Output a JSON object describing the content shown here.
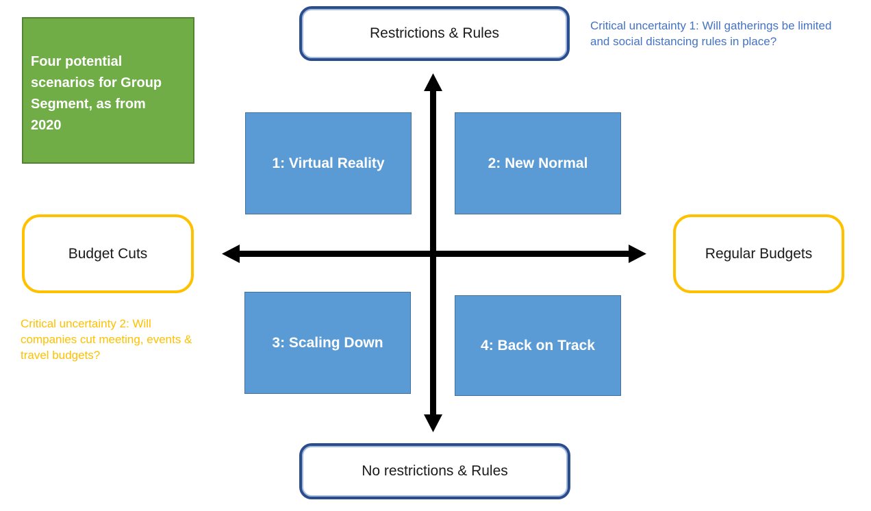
{
  "slide": {
    "background": "#FFFFFF",
    "description": "Four-quadrant scenario matrix for Group Segment 2020"
  },
  "title_box": {
    "lines": [
      "Four potential",
      "scenarios for Group",
      "Segment, as from",
      "2020"
    ],
    "fill": "#70AD47",
    "border_color": "#548235",
    "text_color": "#FFFFFF"
  },
  "axis_labels": {
    "top": "Restrictions & Rules",
    "bottom": "No restrictions & Rules",
    "left": "Budget Cuts",
    "right": "Regular Budgets",
    "navy_border_color": "#2A4D8E",
    "gold_border_color": "#FFC000"
  },
  "annotations": {
    "uncertainty1": {
      "lines": [
        "Critical uncertainty 1: Will gatherings be limited",
        "and social distancing rules in place?"
      ],
      "color": "#4472C4"
    },
    "uncertainty2": {
      "lines": [
        "Critical uncertainty 2: Will",
        "companies cut meeting, events &",
        "travel budgets?"
      ],
      "color": "#FFC000"
    }
  },
  "scenarios": [
    {
      "label": "1: Virtual Reality"
    },
    {
      "label": "2: New Normal"
    },
    {
      "label": "3: Scaling Down"
    },
    {
      "label": "4: Back on Track"
    }
  ],
  "scenario_style": {
    "fill": "#5B9BD5",
    "border_color": "#41719C",
    "text_color": "#FFFFFF"
  },
  "arrows": {
    "color": "#000000",
    "vertical_axis": "restrictions axis",
    "horizontal_axis": "budget axis"
  }
}
